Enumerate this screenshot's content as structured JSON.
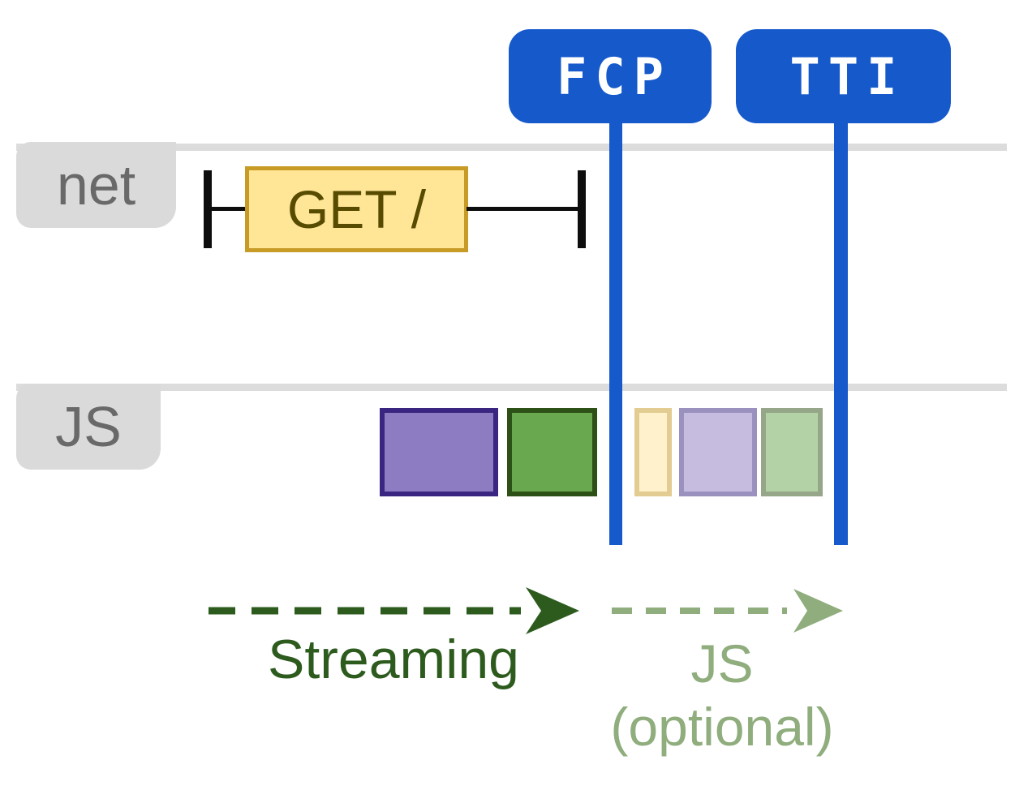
{
  "markers": {
    "fcp_label": "FCP",
    "tti_label": "TTI"
  },
  "lanes": {
    "net_label": "net",
    "js_label": "JS"
  },
  "network": {
    "request_label": "GET /"
  },
  "legend": {
    "streaming_label": "Streaming",
    "js_label": "JS",
    "js_sublabel": "(optional)"
  },
  "js_blocks": [
    {
      "name": "js-block-purple",
      "fill": "#8e7cc3",
      "border": "#3a2580",
      "faded": false
    },
    {
      "name": "js-block-green",
      "fill": "#6aa84f",
      "border": "#2d5016",
      "faded": false
    },
    {
      "name": "js-block-yellow-faded",
      "fill": "#ffe599",
      "border": "#c79b26",
      "faded": true
    },
    {
      "name": "js-block-purple-faded",
      "fill": "#8e7cc3",
      "border": "#3a2580",
      "faded": true
    },
    {
      "name": "js-block-green-faded",
      "fill": "#6aa84f",
      "border": "#2d5016",
      "faded": true
    }
  ],
  "colors": {
    "marker_blue": "#1659cb",
    "marker_text": "#ffffff",
    "lane_gray": "#dcdcdc",
    "lane_label_bg": "#dadada",
    "lane_label_text": "#696969",
    "request_fill": "#ffe596",
    "request_border": "#c79b26",
    "request_text": "#564b00",
    "ibeam_black": "#0d0d0d",
    "streaming_green": "#2d5b1e",
    "optional_green": "#8fad7d",
    "background": "#ffffff"
  }
}
